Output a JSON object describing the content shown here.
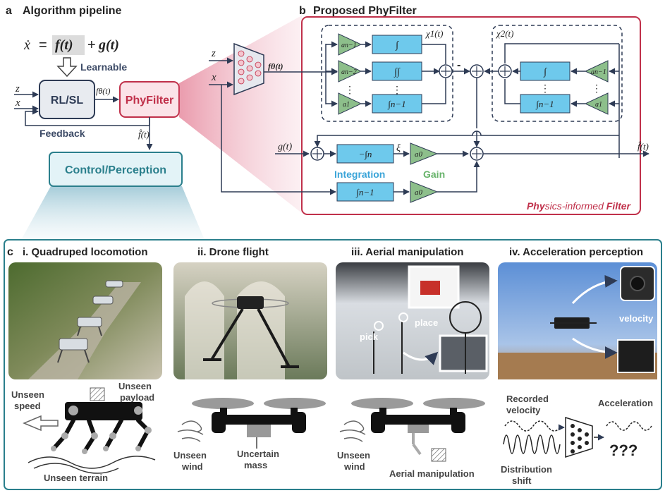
{
  "panel_a": {
    "letter": "a",
    "title": "Algorithm pipeline",
    "equation_lhs": "ẋ",
    "equation_eq": "=",
    "equation_f": "f(t)",
    "equation_plus": "+",
    "equation_g": "g(t)",
    "learnable": "Learnable",
    "rl_sl": "RL/SL",
    "phyfilter": "PhyFilter",
    "input_z": "z",
    "input_x": "x",
    "f_theta": "fθ(t)",
    "feedback": "Feedback",
    "f_hat": "f̂(t)",
    "control_perception": "Control/Perception"
  },
  "panel_b": {
    "letter": "b",
    "title": "Proposed PhyFilter",
    "input_z": "z",
    "input_x": "x",
    "f_theta": "fθ(t)",
    "chi1": "χ1(t)",
    "chi2": "χ2(t)",
    "coef_an1": "an−1",
    "coef_an2": "an−2",
    "coef_a1": "a1",
    "coef_a0": "a0",
    "int_1": "∫",
    "int_2": "∫∫",
    "int_n1": "∫n−1",
    "int_neg_n": "−∫n",
    "dots": "⋮",
    "minus": "-",
    "g_t": "g(t)",
    "xi": "ξ",
    "integration": "Integration",
    "gain": "Gain",
    "f_hat": "f̂(t)",
    "footer_phy": "Phy",
    "footer_mid": "sics-informed ",
    "footer_filter": "Filter"
  },
  "panel_c": {
    "letter": "c",
    "tasks": [
      {
        "title": "i. Quadruped locomotion",
        "labels": [
          "Unseen",
          "speed",
          "Unseen",
          "payload",
          "Unseen terrain"
        ]
      },
      {
        "title": "ii. Drone flight",
        "labels": [
          "Unseen",
          "wind",
          "Uncertain",
          "mass"
        ]
      },
      {
        "title": "iii. Aerial manipulation",
        "labels": [
          "pick",
          "place",
          "Unseen",
          "wind",
          "Aerial manipulation"
        ]
      },
      {
        "title": "iv. Acceleration perception",
        "labels": [
          "velocity",
          "Recorded",
          "velocity",
          "Acceleration",
          "Distribution",
          "shift",
          "???"
        ]
      }
    ]
  },
  "colors": {
    "red": "#c0304a",
    "teal": "#2a7f8c",
    "blue_box": "#6ec9ec",
    "green_tri": "#8dbf8b",
    "navy": "#2e3b55",
    "text_blue": "#3aa4d8",
    "text_green": "#67b36a"
  }
}
